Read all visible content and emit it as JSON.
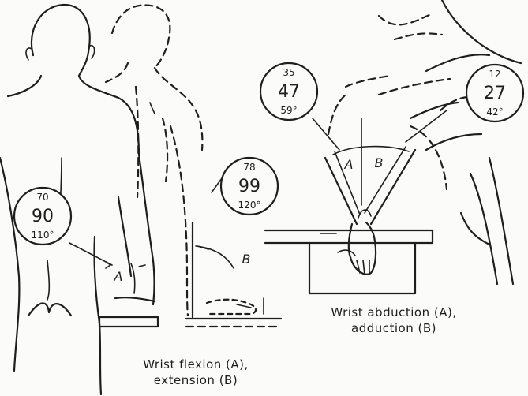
{
  "figure": {
    "flexion_extension": {
      "badge": {
        "top": "70",
        "mid": "90",
        "bottom": "110°"
      },
      "badge_b": {
        "top": "78",
        "mid": "99",
        "bottom": "120°"
      },
      "label_a": "A",
      "label_b": "B",
      "caption_line1": "Wrist flexion (A),",
      "caption_line2": "extension (B)"
    },
    "abduction_adduction": {
      "badge_a": {
        "top": "35",
        "mid": "47",
        "bottom": "59°"
      },
      "badge_b": {
        "top": "12",
        "mid": "27",
        "bottom": "42°"
      },
      "label_a": "A",
      "label_b": "B",
      "caption_line1": "Wrist abduction (A),",
      "caption_line2": "adduction (B)"
    }
  }
}
